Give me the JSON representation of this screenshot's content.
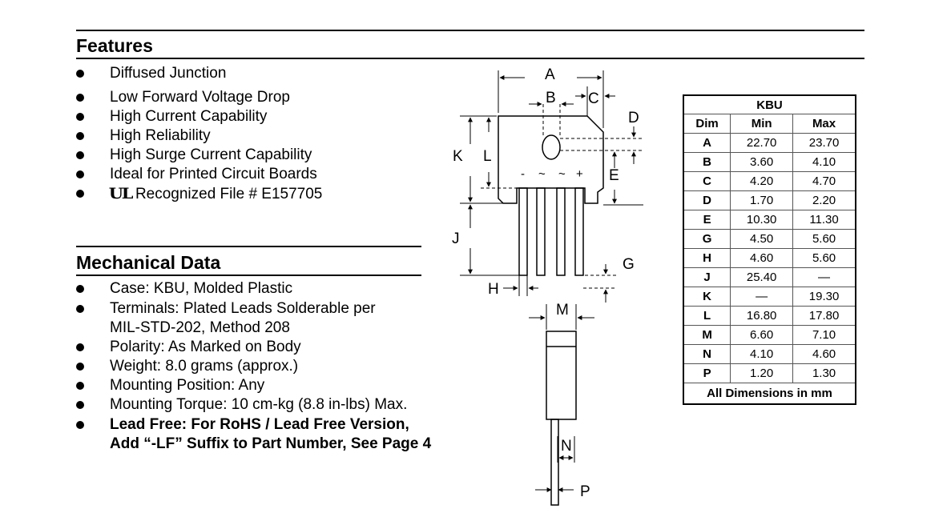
{
  "features": {
    "title": "Features",
    "items": [
      "Diffused Junction",
      "Low Forward Voltage Drop",
      "High Current Capability",
      "High Reliability",
      "High Surge Current Capability",
      "Ideal for Printed Circuit Boards",
      "Recognized File # E157705"
    ],
    "ul_mark": "UL"
  },
  "mechanical": {
    "title": "Mechanical Data",
    "items": [
      "Case: KBU, Molded Plastic",
      "Terminals: Plated Leads Solderable per",
      "MIL-STD-202, Method 208",
      "Polarity: As Marked on Body",
      "Weight: 8.0 grams (approx.)",
      "Mounting Position: Any",
      "Mounting Torque: 10 cm-kg (8.8 in-lbs) Max.",
      "Lead Free: For RoHS / Lead Free Version,",
      "Add “-LF” Suffix to Part Number, See Page 4"
    ]
  },
  "diagram": {
    "labels": {
      "A": "A",
      "B": "B",
      "C": "C",
      "D": "D",
      "E": "E",
      "G": "G",
      "H": "H",
      "J": "J",
      "K": "K",
      "L": "L",
      "M": "M",
      "N": "N",
      "P": "P"
    },
    "pin_marks": [
      "-",
      "~",
      "~",
      "+"
    ]
  },
  "table": {
    "caption": "KBU",
    "headers": [
      "Dim",
      "Min",
      "Max"
    ],
    "rows": [
      [
        "A",
        "22.70",
        "23.70"
      ],
      [
        "B",
        "3.60",
        "4.10"
      ],
      [
        "C",
        "4.20",
        "4.70"
      ],
      [
        "D",
        "1.70",
        "2.20"
      ],
      [
        "E",
        "10.30",
        "11.30"
      ],
      [
        "G",
        "4.50",
        "5.60"
      ],
      [
        "H",
        "4.60",
        "5.60"
      ],
      [
        "J",
        "25.40",
        "—"
      ],
      [
        "K",
        "—",
        "19.30"
      ],
      [
        "L",
        "16.80",
        "17.80"
      ],
      [
        "M",
        "6.60",
        "7.10"
      ],
      [
        "N",
        "4.10",
        "4.60"
      ],
      [
        "P",
        "1.20",
        "1.30"
      ]
    ],
    "footer": "All Dimensions in mm"
  }
}
